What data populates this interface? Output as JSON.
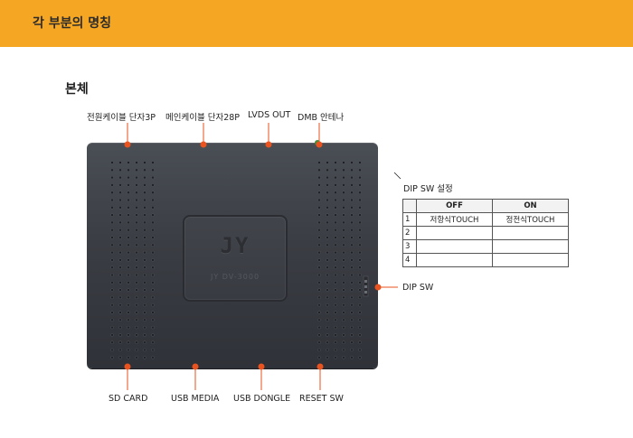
{
  "header": {
    "title": "각 부분의 명칭",
    "color": "#f5a623"
  },
  "section": {
    "title": "본체"
  },
  "top_labels": [
    "전원케이블 단자3P",
    "메인케이블 단자28P",
    "LVDS OUT",
    "DMB 안테나"
  ],
  "bottom_labels": [
    "SD CARD",
    "USB MEDIA",
    "USB DONGLE",
    "RESET SW"
  ],
  "side_label": "DIP SW",
  "device": {
    "logo": "JY",
    "model": "JY DV-3000"
  },
  "dip_table": {
    "title": "DIP SW 설정",
    "headers": [
      "",
      "OFF",
      "ON"
    ],
    "rows": [
      {
        "num": "1",
        "off": "저항식TOUCH",
        "on": "정전식TOUCH"
      },
      {
        "num": "2",
        "off": "",
        "on": ""
      },
      {
        "num": "3",
        "off": "",
        "on": ""
      },
      {
        "num": "4",
        "off": "",
        "on": ""
      }
    ]
  },
  "accent_color": "#e8531f"
}
